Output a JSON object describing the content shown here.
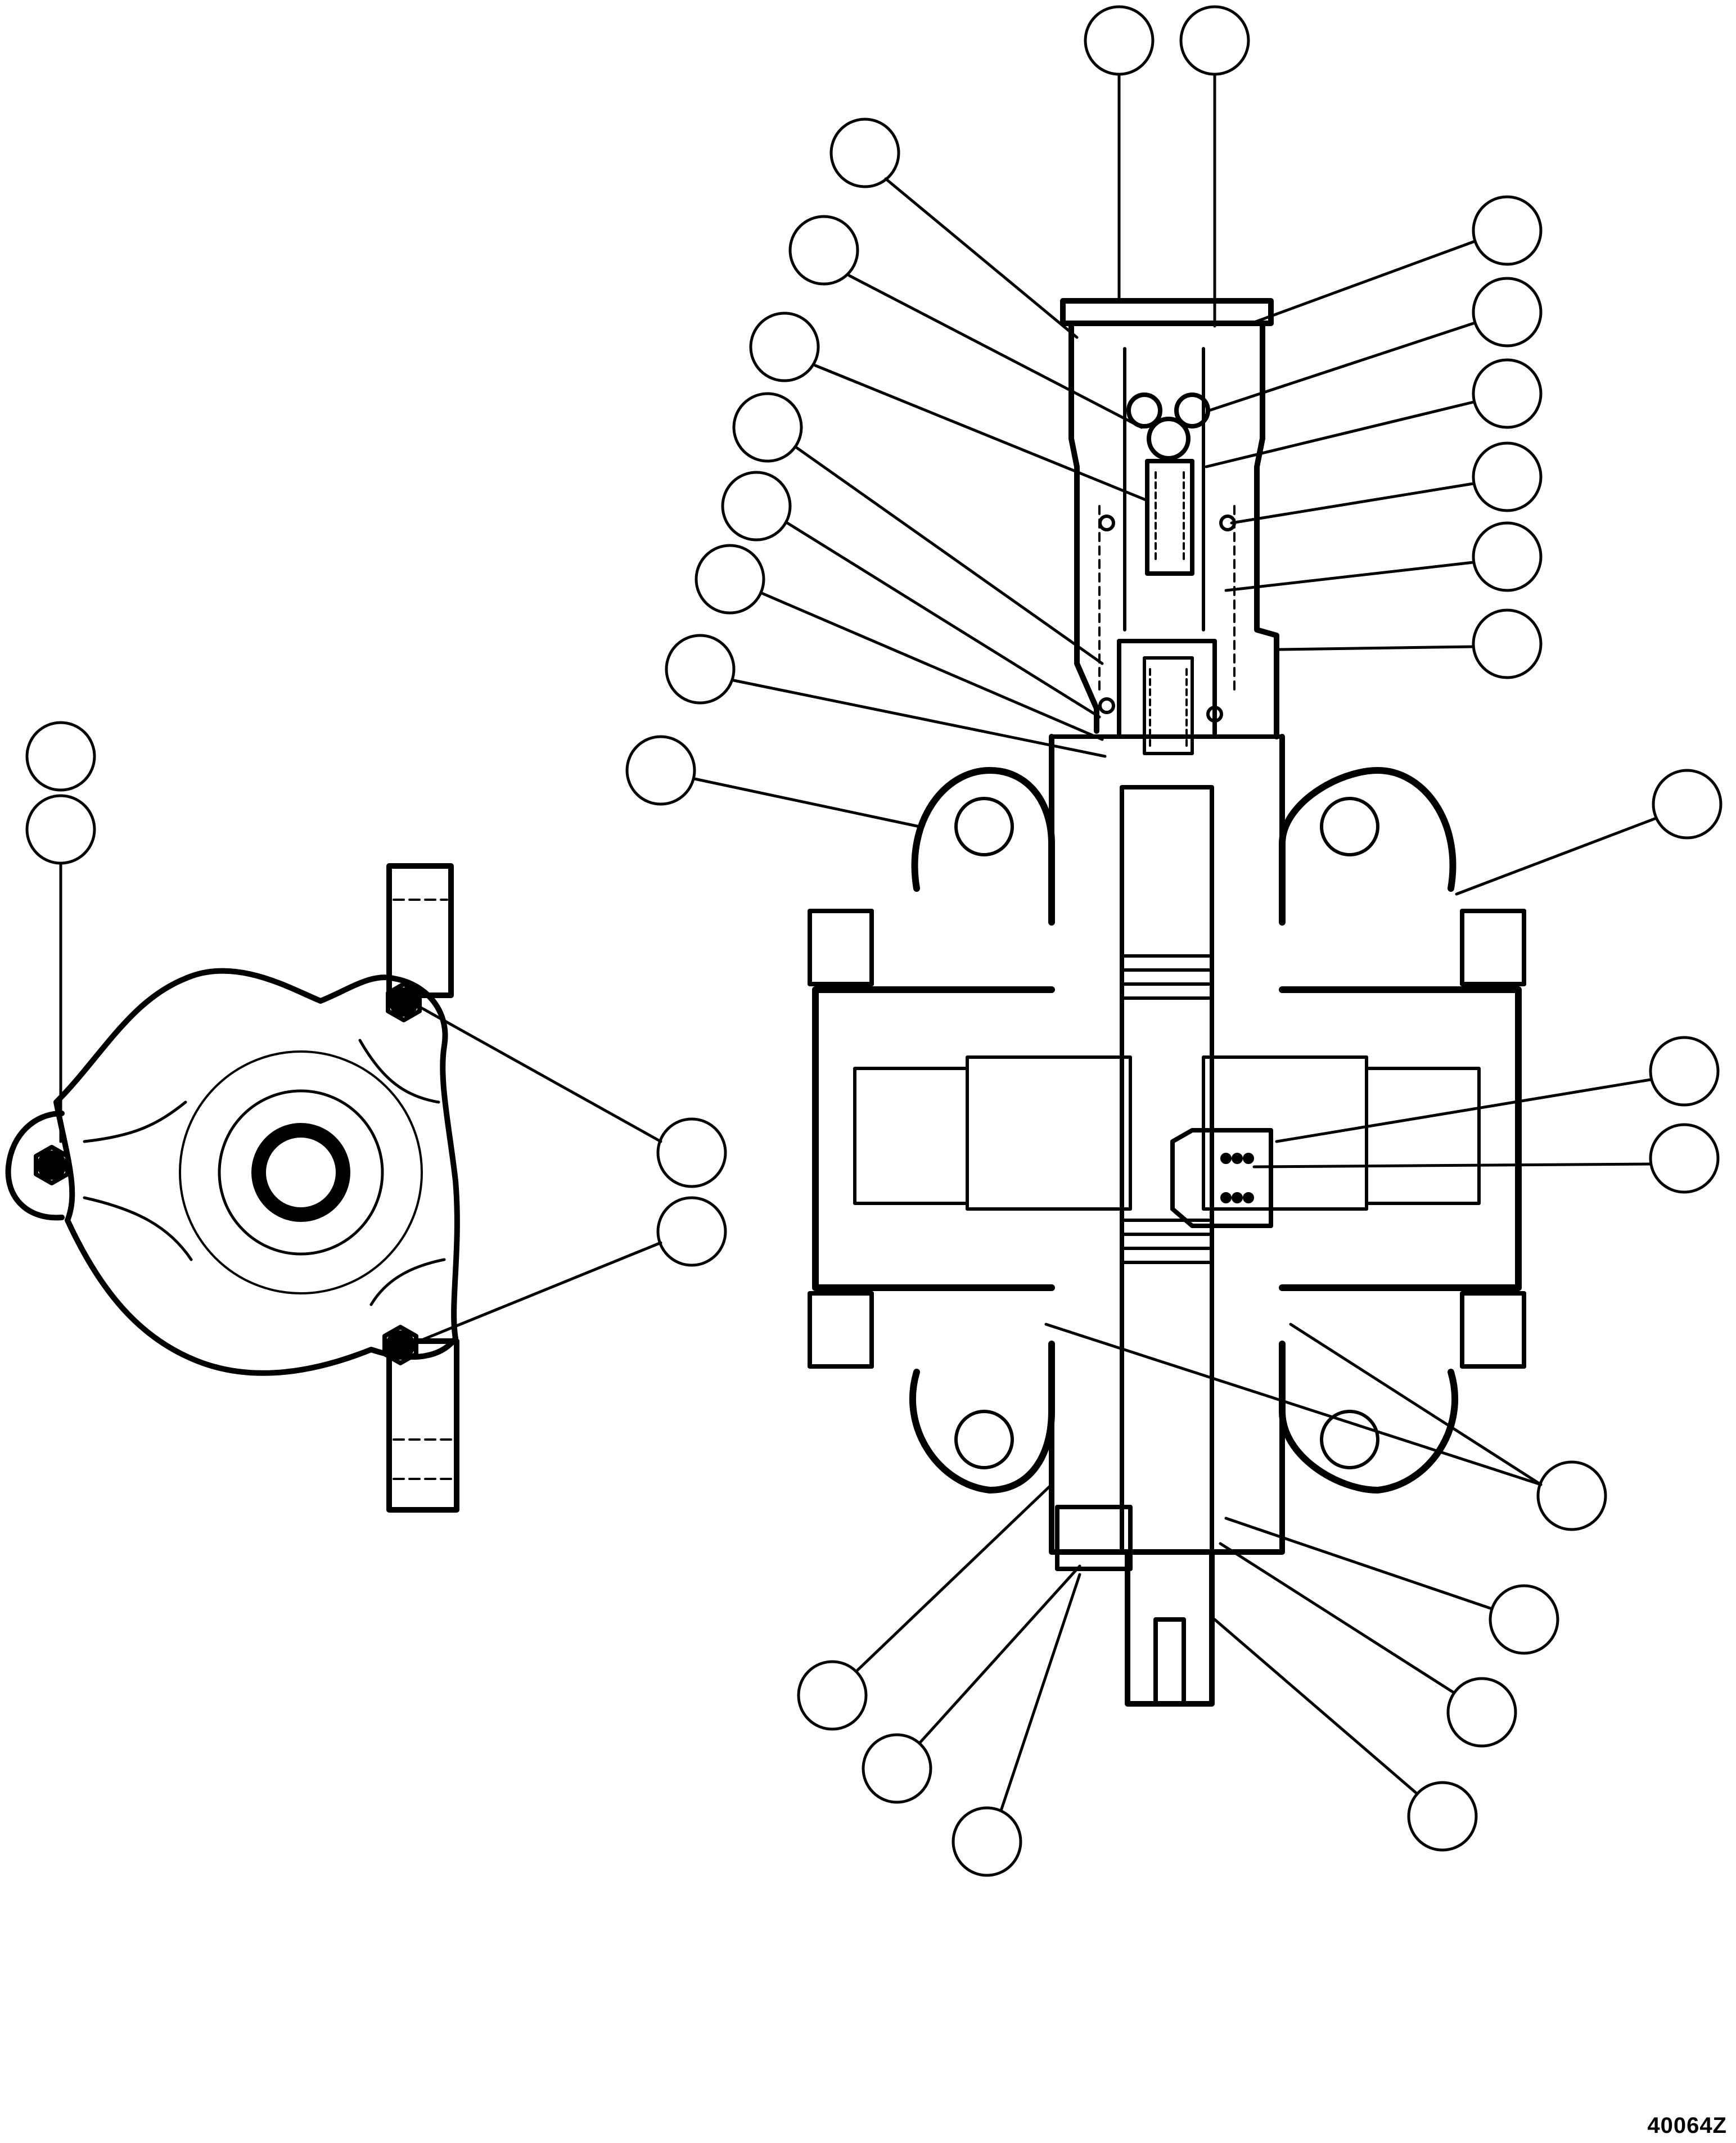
{
  "figure": {
    "id_label": "40064Z",
    "callout_text": ""
  },
  "views": [
    "end-view",
    "sectional-view"
  ],
  "colors": {
    "ink": "#000000",
    "paper": "#ffffff"
  }
}
